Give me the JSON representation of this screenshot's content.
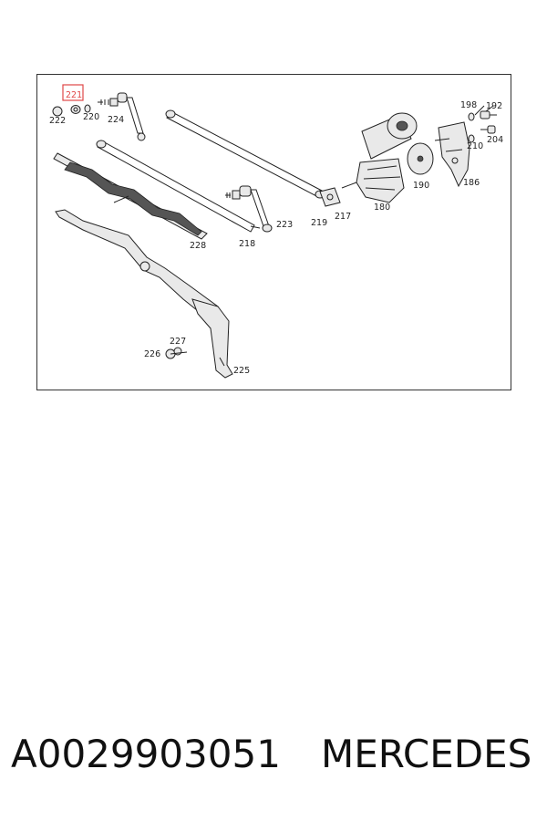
{
  "diagram": {
    "highlighted_part": "221",
    "callouts": {
      "p221": "221",
      "p222": "222",
      "p220": "220",
      "p224": "224",
      "p198": "198",
      "p192": "192",
      "p210": "210",
      "p204": "204",
      "p186": "186",
      "p190": "190",
      "p180": "180",
      "p217": "217",
      "p219": "219",
      "p223": "223",
      "p218": "218",
      "p228": "228",
      "p227": "227",
      "p226": "226",
      "p225": "225"
    }
  },
  "footer": {
    "part_number": "A0029903051",
    "brand": "MERCEDES"
  }
}
